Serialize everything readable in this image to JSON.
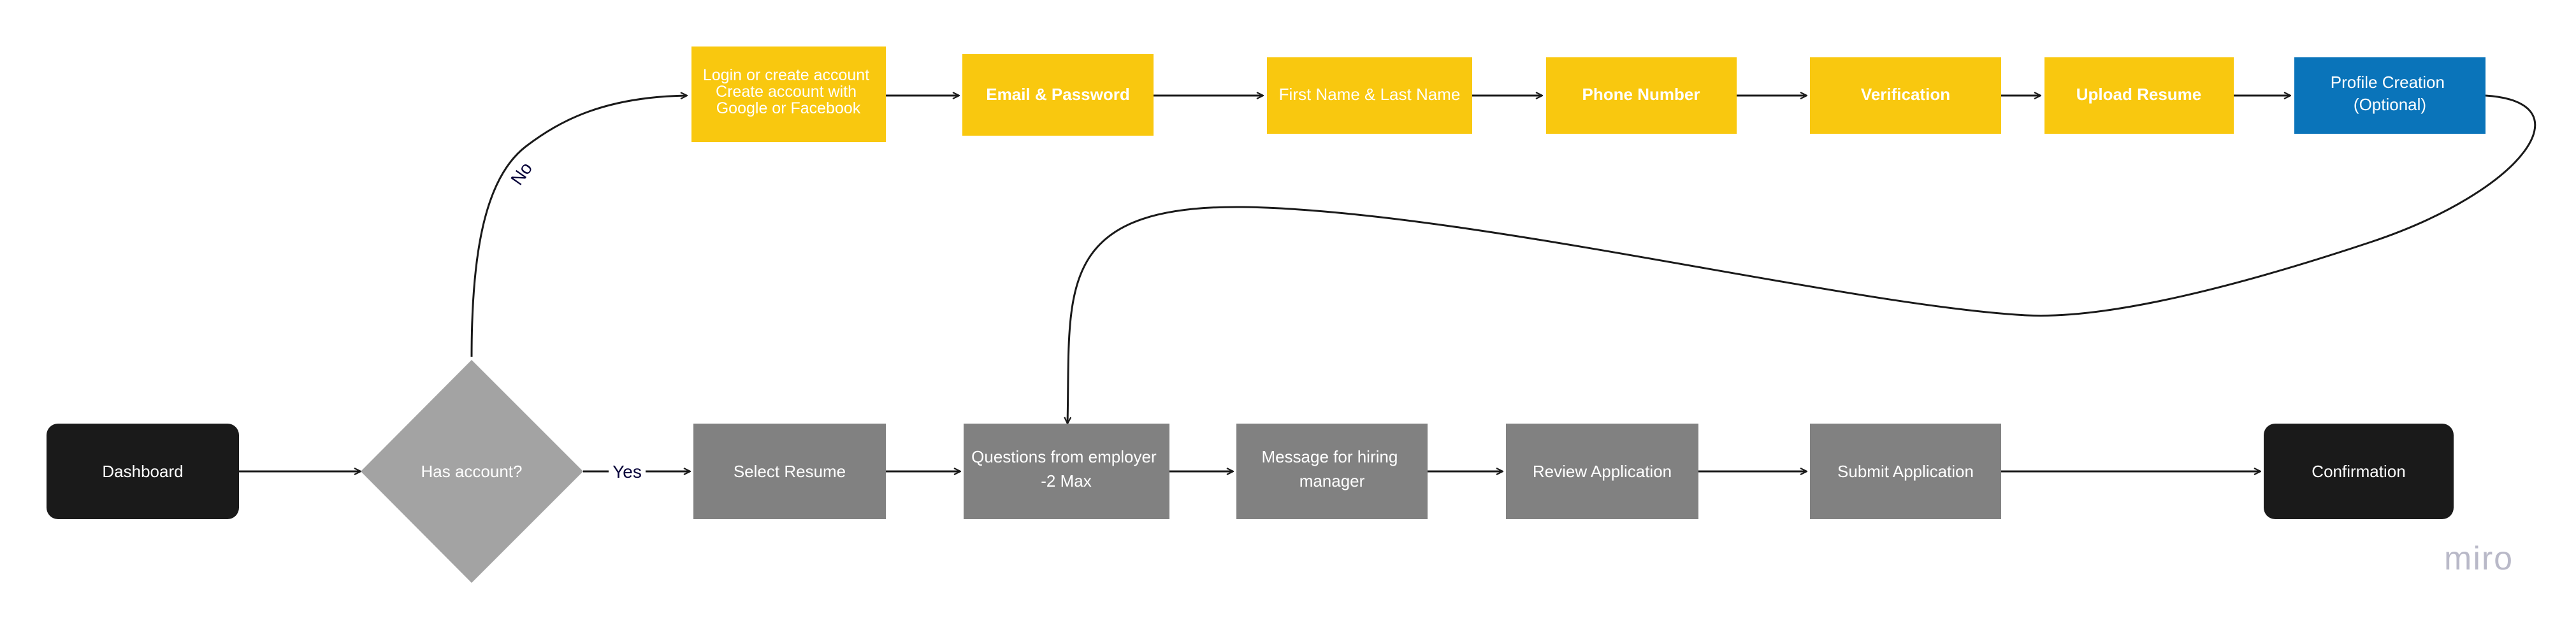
{
  "diagram": {
    "nodes": {
      "login": [
        "Login or create account",
        "Create account with",
        "Google or Facebook"
      ],
      "email_password": [
        "Email & Password"
      ],
      "first_last_name": [
        "First Name & Last Name"
      ],
      "phone_number": [
        "Phone Number"
      ],
      "verification": [
        "Verification"
      ],
      "upload_resume": [
        "Upload Resume"
      ],
      "profile_creation": [
        "Profile Creation",
        "(Optional)"
      ],
      "dashboard": [
        "Dashboard"
      ],
      "has_account": [
        "Has account?"
      ],
      "select_resume": [
        "Select Resume"
      ],
      "questions": [
        "Questions from employer",
        "-2 Max"
      ],
      "message": [
        "Message for hiring",
        "manager"
      ],
      "review": [
        "Review Application"
      ],
      "submit": [
        "Submit Application"
      ],
      "confirmation": [
        "Confirmation"
      ]
    },
    "edge_labels": {
      "no": "No",
      "yes": "Yes"
    },
    "colors": {
      "yellow": "#F9C80F",
      "blue": "#0A74BA",
      "gray": "#818181",
      "diamond_gray": "#A3A3A3",
      "black": "#1A1A1A"
    }
  },
  "watermark": {
    "text": "miro"
  }
}
